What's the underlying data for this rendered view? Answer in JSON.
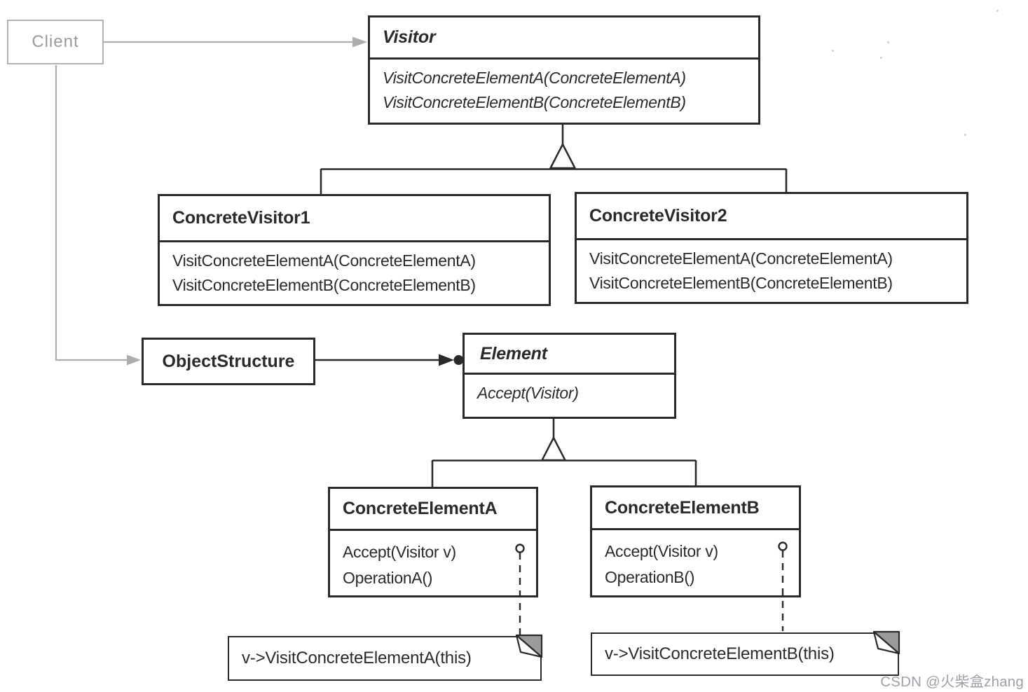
{
  "colors": {
    "ink": "#2a2a2a",
    "gray_link": "#adadad",
    "client_gray": "#9a9a9a",
    "note_fold_gray": "#9b9b9b",
    "watermark_gray": "#9fa0a8",
    "background": "#ffffff"
  },
  "classes": {
    "client": {
      "name": "Client"
    },
    "visitor": {
      "name": "Visitor",
      "methods": [
        "VisitConcreteElementA(ConcreteElementA)",
        "VisitConcreteElementB(ConcreteElementB)"
      ]
    },
    "concrete_visitor_1": {
      "name": "ConcreteVisitor1",
      "methods": [
        "VisitConcreteElementA(ConcreteElementA)",
        "VisitConcreteElementB(ConcreteElementB)"
      ]
    },
    "concrete_visitor_2": {
      "name": "ConcreteVisitor2",
      "methods": [
        "VisitConcreteElementA(ConcreteElementA)",
        "VisitConcreteElementB(ConcreteElementB)"
      ]
    },
    "object_structure": {
      "name": "ObjectStructure"
    },
    "element": {
      "name": "Element",
      "methods": [
        "Accept(Visitor)"
      ]
    },
    "concrete_element_a": {
      "name": "ConcreteElementA",
      "methods": [
        "Accept(Visitor v)",
        "OperationA()"
      ]
    },
    "concrete_element_b": {
      "name": "ConcreteElementB",
      "methods": [
        "Accept(Visitor v)",
        "OperationB()"
      ]
    }
  },
  "notes": {
    "note_a": {
      "text": "v->VisitConcreteElementA(this)"
    },
    "note_b": {
      "text": "v->VisitConcreteElementB(this)"
    }
  },
  "watermark": {
    "text": "CSDN @火柴盒zhang"
  },
  "connectors": {
    "client_to_visitor": "gray-dependency-arrow",
    "client_to_object_structure": "gray-dependency-arrow",
    "object_structure_to_element": "association-arrow-with-many-dot",
    "visitor_hierarchy": "inheritance-triangle",
    "element_hierarchy": "inheritance-triangle",
    "element_a_note": "dashed-note-link",
    "element_b_note": "dashed-note-link"
  }
}
